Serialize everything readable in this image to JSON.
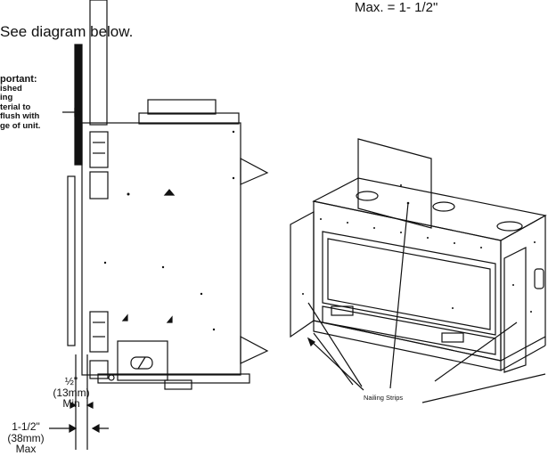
{
  "header": {
    "max_note": "Max. = 1- 1/2\"",
    "see_diagram": "See diagram below."
  },
  "important_note": {
    "heading": "portant:",
    "lines": [
      "ished",
      "ing",
      "terial to",
      "flush with",
      "ge of unit."
    ]
  },
  "dimensions": {
    "min": {
      "fraction": "½\"",
      "metric": "(13mm)",
      "label": "Min"
    },
    "max": {
      "fraction": "1-1/2\"",
      "metric": "(38mm)",
      "label": "Max"
    }
  },
  "callout": {
    "nailing_strips": "Nailing Strips"
  }
}
